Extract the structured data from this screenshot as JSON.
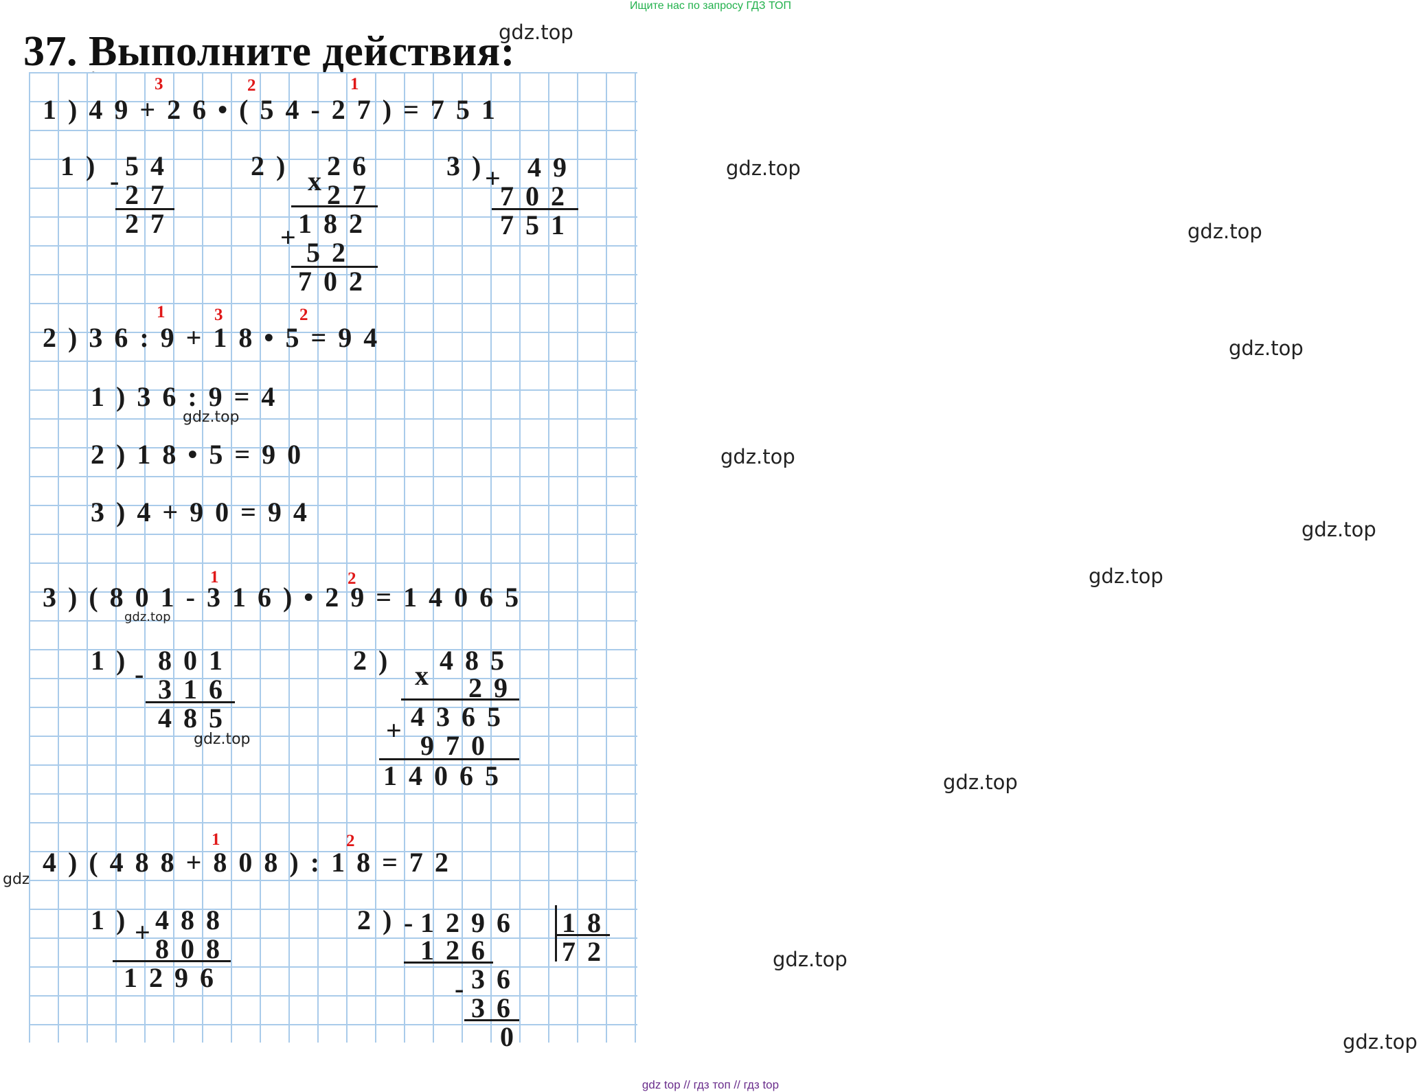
{
  "header": {
    "top_link": "Ищите нас по запросу ГДЗ ТОП"
  },
  "title": "37. Выполните действия:",
  "watermark": "gdz.top",
  "footer": {
    "links": "gdz top  //  гдз топ  //  гдз top"
  },
  "problems": [
    {
      "expression": "1)49+26•(54-27)=751",
      "order_marks": [
        "3",
        "2",
        "1"
      ],
      "steps": [
        {
          "label": "1)",
          "lines": [
            "54",
            "27",
            "27"
          ]
        },
        {
          "label": "2)",
          "lines": [
            "26",
            "27",
            "182",
            "52",
            "702"
          ]
        },
        {
          "label": "3)",
          "lines": [
            "49",
            "702",
            "751"
          ]
        }
      ]
    },
    {
      "expression": "2)36:9+18•5=94",
      "order_marks": [
        "1",
        "3",
        "2"
      ],
      "steps": [
        {
          "text": "1)36:9=4"
        },
        {
          "text": "2)18•5=90"
        },
        {
          "text": "3)4+90=94"
        }
      ]
    },
    {
      "expression": "3)(801-316)•29=14065",
      "order_marks": [
        "1",
        "2"
      ],
      "steps": [
        {
          "label": "1)",
          "lines": [
            "801",
            "316",
            "485"
          ]
        },
        {
          "label": "2)",
          "lines": [
            "485",
            "29",
            "4365",
            "970",
            "14065"
          ]
        }
      ]
    },
    {
      "expression": "4)(488+808):18=72",
      "order_marks": [
        "1",
        "2"
      ],
      "steps": [
        {
          "label": "1)",
          "lines": [
            "488",
            "808",
            "1296"
          ]
        },
        {
          "label": "2)",
          "lines": [
            "1296",
            "126",
            "36",
            "36",
            "0"
          ],
          "divisor": "18",
          "quotient": "72"
        }
      ]
    }
  ],
  "operators": {
    "plus": "+",
    "minus": "-",
    "times": "x"
  }
}
